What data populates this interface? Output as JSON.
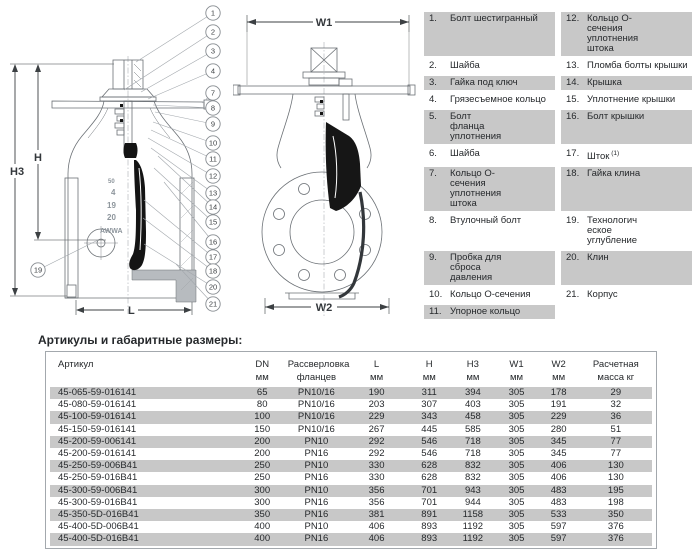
{
  "diagram": {
    "front_view": {
      "dim_labels": {
        "h3": "H3",
        "h": "H",
        "l": "L"
      },
      "cast_marks": [
        "50",
        "4",
        "19",
        "20",
        "AWWA"
      ],
      "callouts": [
        "1",
        "2",
        "3",
        "4",
        "7",
        "8",
        "9",
        "10",
        "11",
        "12",
        "13",
        "14",
        "15",
        "16",
        "17",
        "18",
        "20",
        "21"
      ],
      "side_callout": "19"
    },
    "side_view": {
      "dim_labels": {
        "w1": "W1",
        "w2": "W2"
      }
    }
  },
  "parts_list": {
    "rows": [
      {
        "left": {
          "num": "1.",
          "label": "Болт шестигранный"
        },
        "right": {
          "num": "12.",
          "label": "Кольцо О-\nсечения\nуплотнения\nштока"
        },
        "shaded": true
      },
      {
        "left": {
          "num": "2.",
          "label": "Шайба"
        },
        "right": {
          "num": "13.",
          "label": "Пломба болты крышки"
        },
        "shaded": false
      },
      {
        "left": {
          "num": "3.",
          "label": "Гайка под ключ"
        },
        "right": {
          "num": "14.",
          "label": "Крышка"
        },
        "shaded": true
      },
      {
        "left": {
          "num": "4.",
          "label": "Грязесъемное кольцо"
        },
        "right": {
          "num": "15.",
          "label": "Уплотнение крышки"
        },
        "shaded": false
      },
      {
        "left": {
          "num": "5.",
          "label": "Болт\nфланца\nуплотнения"
        },
        "right": {
          "num": "16.",
          "label": "Болт крышки"
        },
        "shaded": true
      },
      {
        "left": {
          "num": "6.",
          "label": "Шайба"
        },
        "right": {
          "num": "17.",
          "label": "Шток",
          "sup": "(1)"
        },
        "shaded": false
      },
      {
        "left": {
          "num": "7.",
          "label": "Кольцо О-\nсечения\nуплотнения\nштока"
        },
        "right": {
          "num": "18.",
          "label": "Гайка клина"
        },
        "shaded": true
      },
      {
        "left": {
          "num": "8.",
          "label": "Втулочный болт"
        },
        "right": {
          "num": "19.",
          "label": "Технологич\nеское\nуглубление"
        },
        "shaded": false
      },
      {
        "left": {
          "num": "9.",
          "label": "Пробка для\nсброса\nдавления"
        },
        "right": {
          "num": "20.",
          "label": "Клин"
        },
        "shaded": true
      },
      {
        "left": {
          "num": "10.",
          "label": "Кольцо О-сечения"
        },
        "right": {
          "num": "21.",
          "label": "Корпус"
        },
        "shaded": false
      },
      {
        "left": {
          "num": "11.",
          "label": "Упорное кольцо"
        },
        "right": null,
        "shaded": true
      }
    ]
  },
  "dimensions_section": {
    "title": "Артикулы и габаритные размеры:",
    "table": {
      "header": [
        {
          "line1": "Артикул",
          "line2": ""
        },
        {
          "line1": "DN",
          "line2": "мм"
        },
        {
          "line1": "Рассверловка",
          "line2": "фланцев"
        },
        {
          "line1": "L",
          "line2": "мм"
        },
        {
          "line1": "H",
          "line2": "мм"
        },
        {
          "line1": "H3",
          "line2": "мм"
        },
        {
          "line1": "W1",
          "line2": "мм"
        },
        {
          "line1": "W2",
          "line2": "мм"
        },
        {
          "line1": "Расчетная",
          "line2": "масса кг"
        }
      ],
      "rows": [
        [
          "45-065-59-016141",
          "65",
          "PN10/16",
          "190",
          "311",
          "394",
          "305",
          "178",
          "29"
        ],
        [
          "45-080-59-016141",
          "80",
          "PN10/16",
          "203",
          "307",
          "403",
          "305",
          "191",
          "32"
        ],
        [
          "45-100-59-016141",
          "100",
          "PN10/16",
          "229",
          "343",
          "458",
          "305",
          "229",
          "36"
        ],
        [
          "45-150-59-016141",
          "150",
          "PN10/16",
          "267",
          "445",
          "585",
          "305",
          "280",
          "51"
        ],
        [
          "45-200-59-006141",
          "200",
          "PN10",
          "292",
          "546",
          "718",
          "305",
          "345",
          "77"
        ],
        [
          "45-200-59-016141",
          "200",
          "PN16",
          "292",
          "546",
          "718",
          "305",
          "345",
          "77"
        ],
        [
          "45-250-59-006B41",
          "250",
          "PN10",
          "330",
          "628",
          "832",
          "305",
          "406",
          "130"
        ],
        [
          "45-250-59-016B41",
          "250",
          "PN16",
          "330",
          "628",
          "832",
          "305",
          "406",
          "130"
        ],
        [
          "45-300-59-006B41",
          "300",
          "PN10",
          "356",
          "701",
          "943",
          "305",
          "483",
          "195"
        ],
        [
          "45-300-59-016B41",
          "300",
          "PN16",
          "356",
          "701",
          "944",
          "305",
          "483",
          "198"
        ],
        [
          "45-350-5D-016B41",
          "350",
          "PN16",
          "381",
          "891",
          "1158",
          "305",
          "533",
          "350"
        ],
        [
          "45-400-5D-006B41",
          "400",
          "PN10",
          "406",
          "893",
          "1192",
          "305",
          "597",
          "376"
        ],
        [
          "45-400-5D-016B41",
          "400",
          "PN16",
          "406",
          "893",
          "1192",
          "305",
          "597",
          "376"
        ]
      ]
    }
  },
  "colors": {
    "row_shade": "#c8c8c8",
    "text": "#26292c",
    "line_art": "#6b7075",
    "dimension_lines": "#3c4043",
    "wedge_fill": "#141414"
  }
}
